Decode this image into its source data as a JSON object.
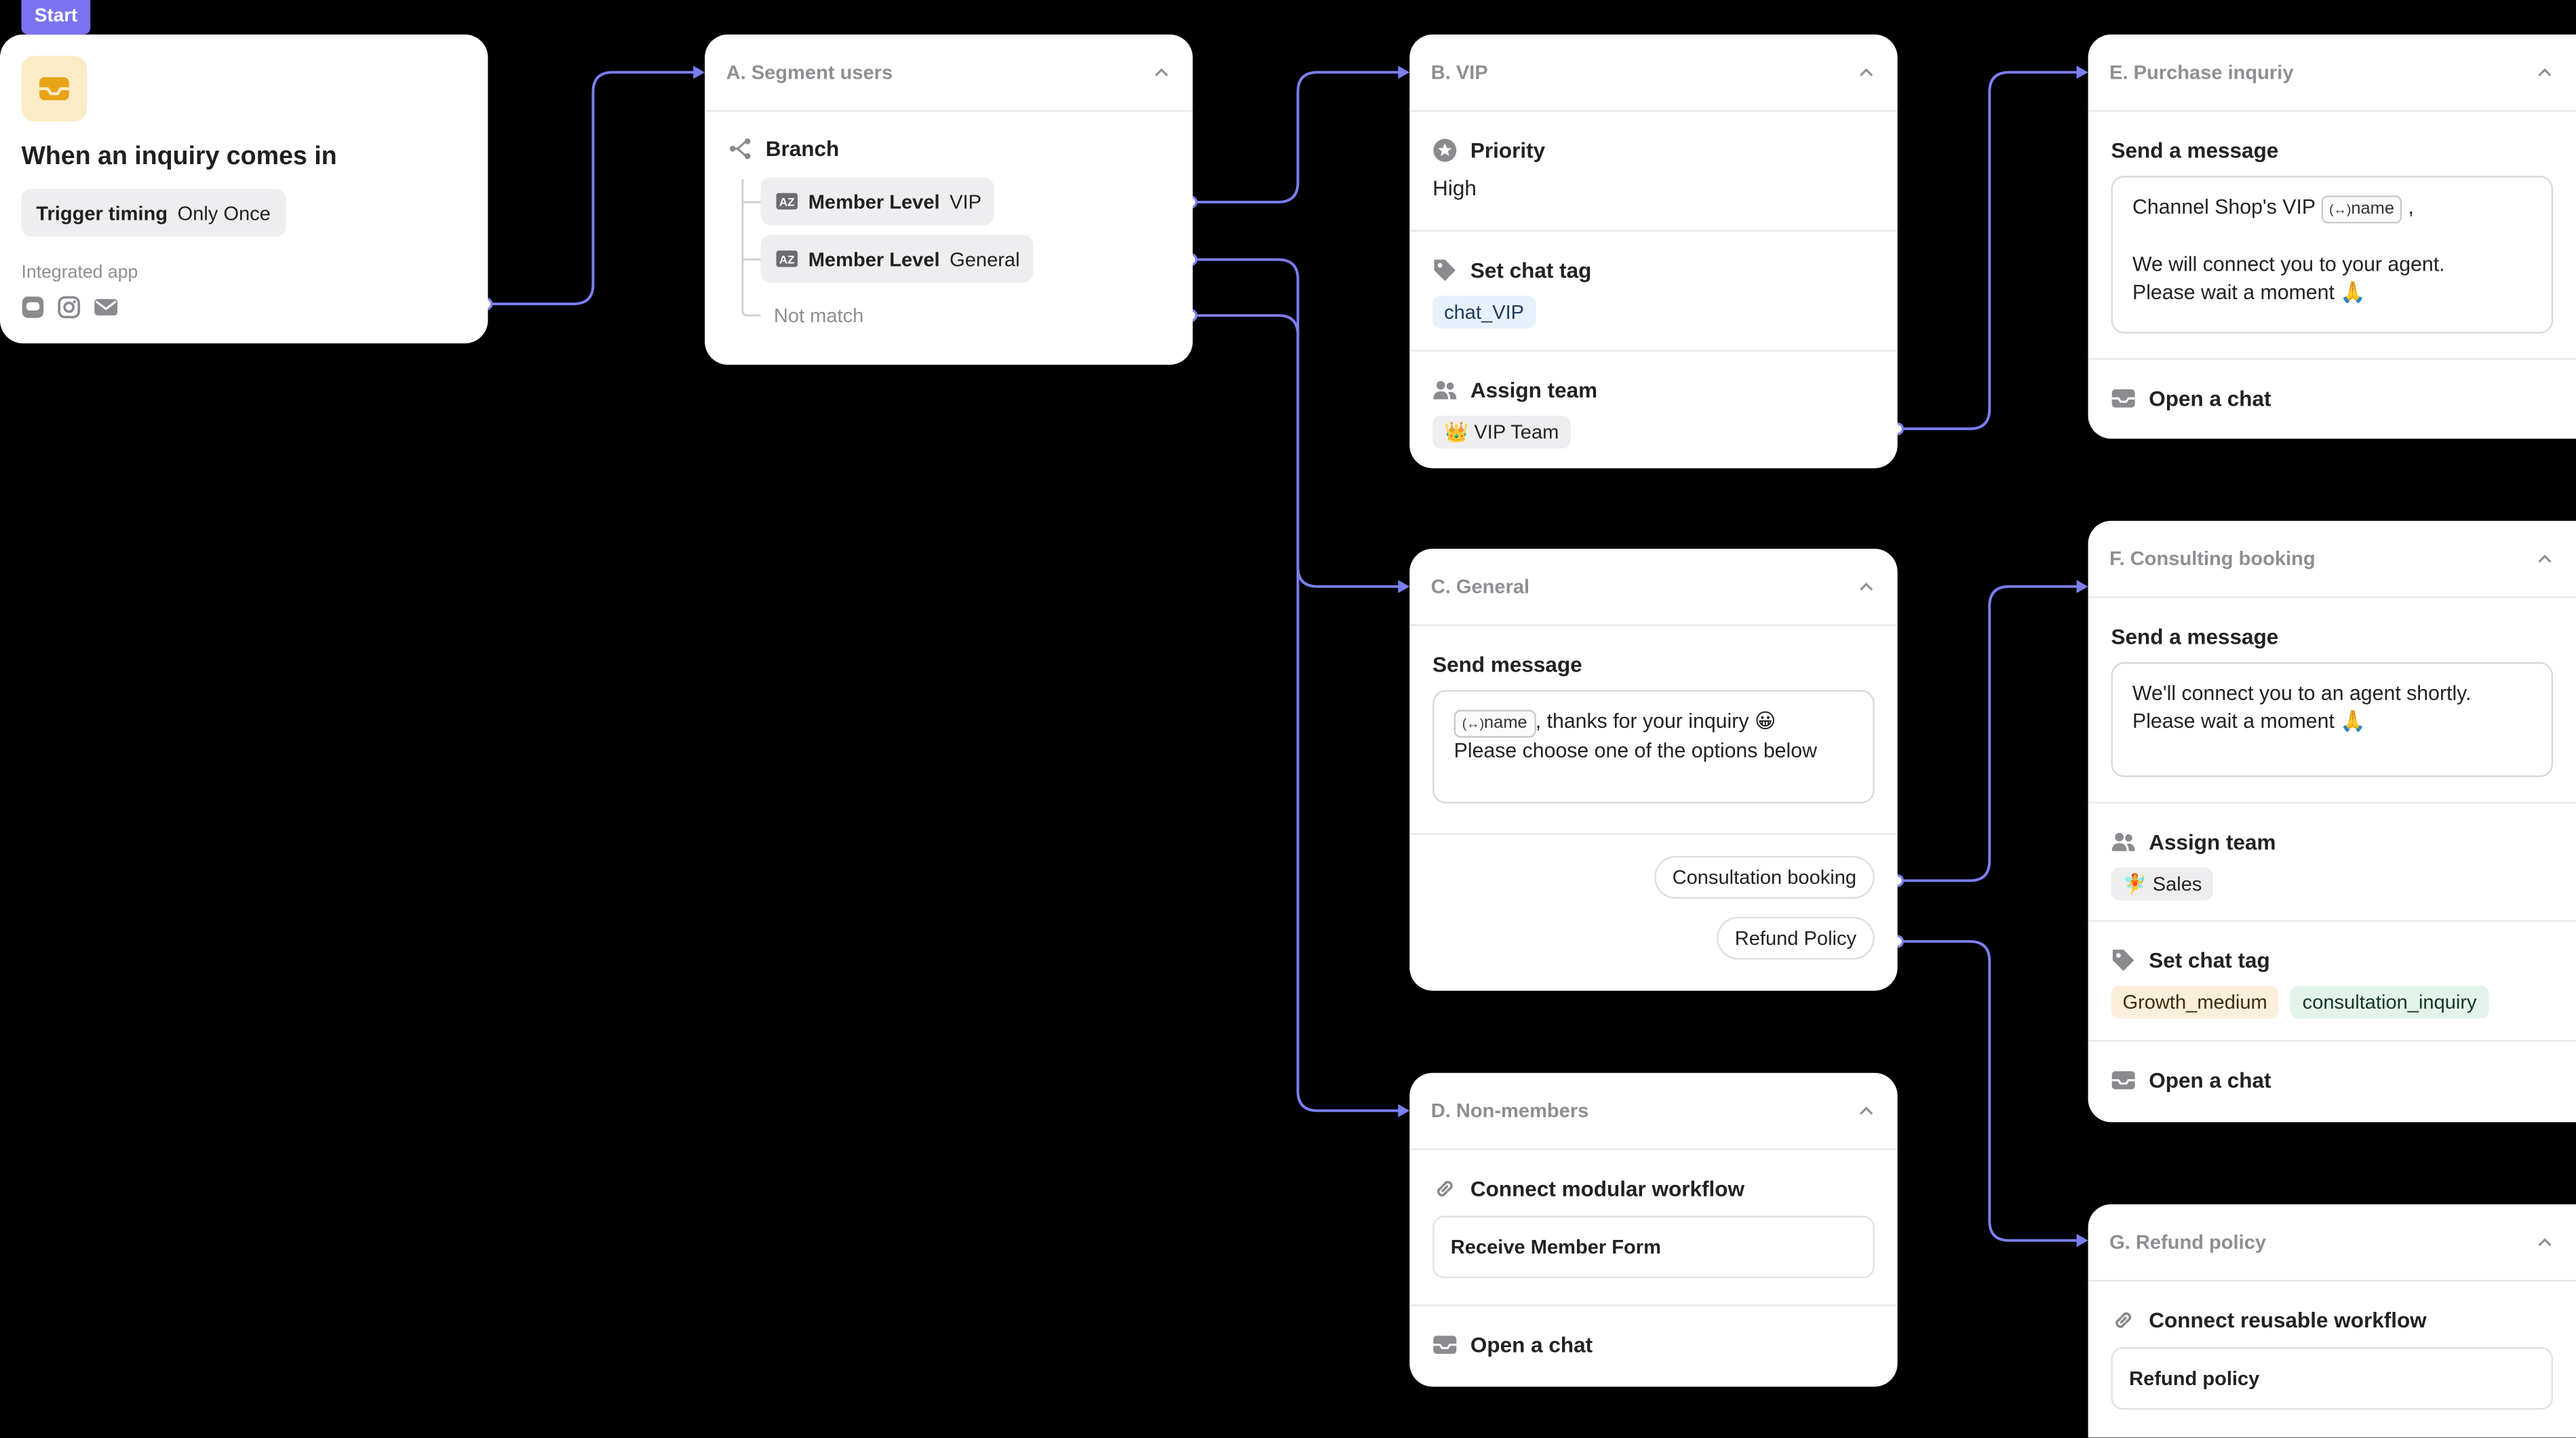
{
  "start": {
    "badge": "Start",
    "title": "When an inquiry comes in",
    "trigger_label": "Trigger timing",
    "trigger_value": "Only Once",
    "integrated_label": "Integrated app",
    "apps": [
      "chat-app-icon",
      "instagram-icon",
      "mail-icon"
    ]
  },
  "segment": {
    "title": "A. Segment users",
    "branch_label": "Branch",
    "rules": [
      {
        "field": "Member Level",
        "value": "VIP"
      },
      {
        "field": "Member Level",
        "value": "General"
      }
    ],
    "not_match": "Not match"
  },
  "vip": {
    "title": "B. VIP",
    "priority_label": "Priority",
    "priority_value": "High",
    "tag_label": "Set chat tag",
    "tag": "chat_VIP",
    "team_label": "Assign team",
    "team": "👑 VIP Team"
  },
  "general": {
    "title": "C. General",
    "send_label": "Send message",
    "var": "name",
    "msg_line1": ", thanks for your inquiry 😀",
    "msg_line2": "Please choose one of the options below",
    "buttons": [
      "Consultation booking",
      "Refund Policy"
    ]
  },
  "nonmembers": {
    "title": "D. Non-members",
    "connect_label": "Connect modular workflow",
    "workflow": "Receive Member Form",
    "open_label": "Open a chat"
  },
  "purchase": {
    "title": "E. Purchase inquriy",
    "send_label": "Send a message",
    "msg_prefix": "Channel Shop's VIP",
    "var": "name",
    "msg_suffix": ",",
    "msg_line2": "We will connect you to your agent.",
    "msg_line3": "Please wait a moment 🙏",
    "open_label": "Open a chat"
  },
  "consulting": {
    "title": "F. Consulting booking",
    "send_label": "Send a message",
    "msg_line1": "We'll connect you to an agent shortly.",
    "msg_line2": "Please wait a moment 🙏",
    "team_label": "Assign team",
    "team": "🧚 Sales",
    "tag_label": "Set chat tag",
    "tags": [
      "Growth_medium",
      "consultation_inquiry"
    ],
    "open_label": "Open a chat"
  },
  "refund": {
    "title": "G. Refund policy",
    "connect_label": "Connect reusable workflow",
    "workflow": "Refund policy"
  },
  "colors": {
    "connector": "#7b7ff0",
    "start_badge": "#7d73f2",
    "start_icon_bg": "#fbecc7",
    "start_icon": "#e8a316"
  }
}
